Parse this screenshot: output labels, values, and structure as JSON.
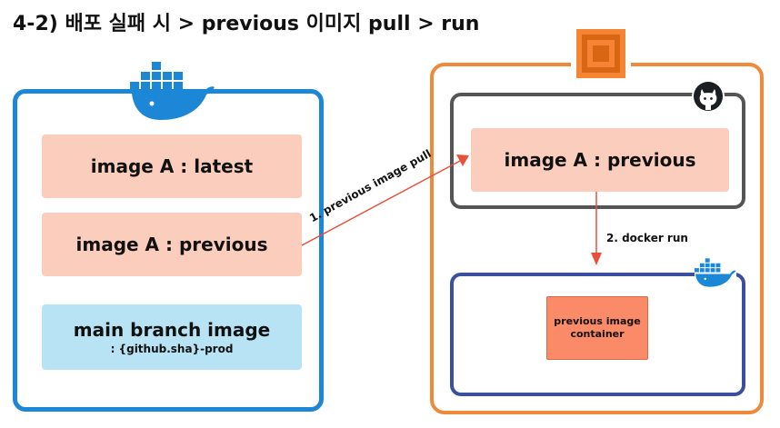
{
  "title": "4-2) 배포 실패 시 > previous 이미지 pull > run",
  "left_panel": {
    "image_latest": "image A : latest",
    "image_previous": "image A : previous",
    "main_branch_title": "main branch image",
    "main_branch_tag": ": {github.sha}-prod"
  },
  "github_panel": {
    "image_previous": "image A : previous"
  },
  "docker_panel": {
    "container_line1": "previous image",
    "container_line2": "container"
  },
  "arrows": {
    "pull_label": "1. previous image pull",
    "run_label": "2. docker run"
  },
  "icons": {
    "docker": "docker-whale-icon",
    "aws": "aws-ec2-icon",
    "github": "github-octocat-icon"
  },
  "colors": {
    "docker_blue": "#1b87d6",
    "aws_orange": "#ee8a3a",
    "github_gray": "#555555",
    "docker_frame": "#3b4ea0",
    "image_box": "#fbcdbd",
    "main_branch_box": "#b7e3f5",
    "container_box": "#fa8a68",
    "arrow": "#e8503a"
  }
}
